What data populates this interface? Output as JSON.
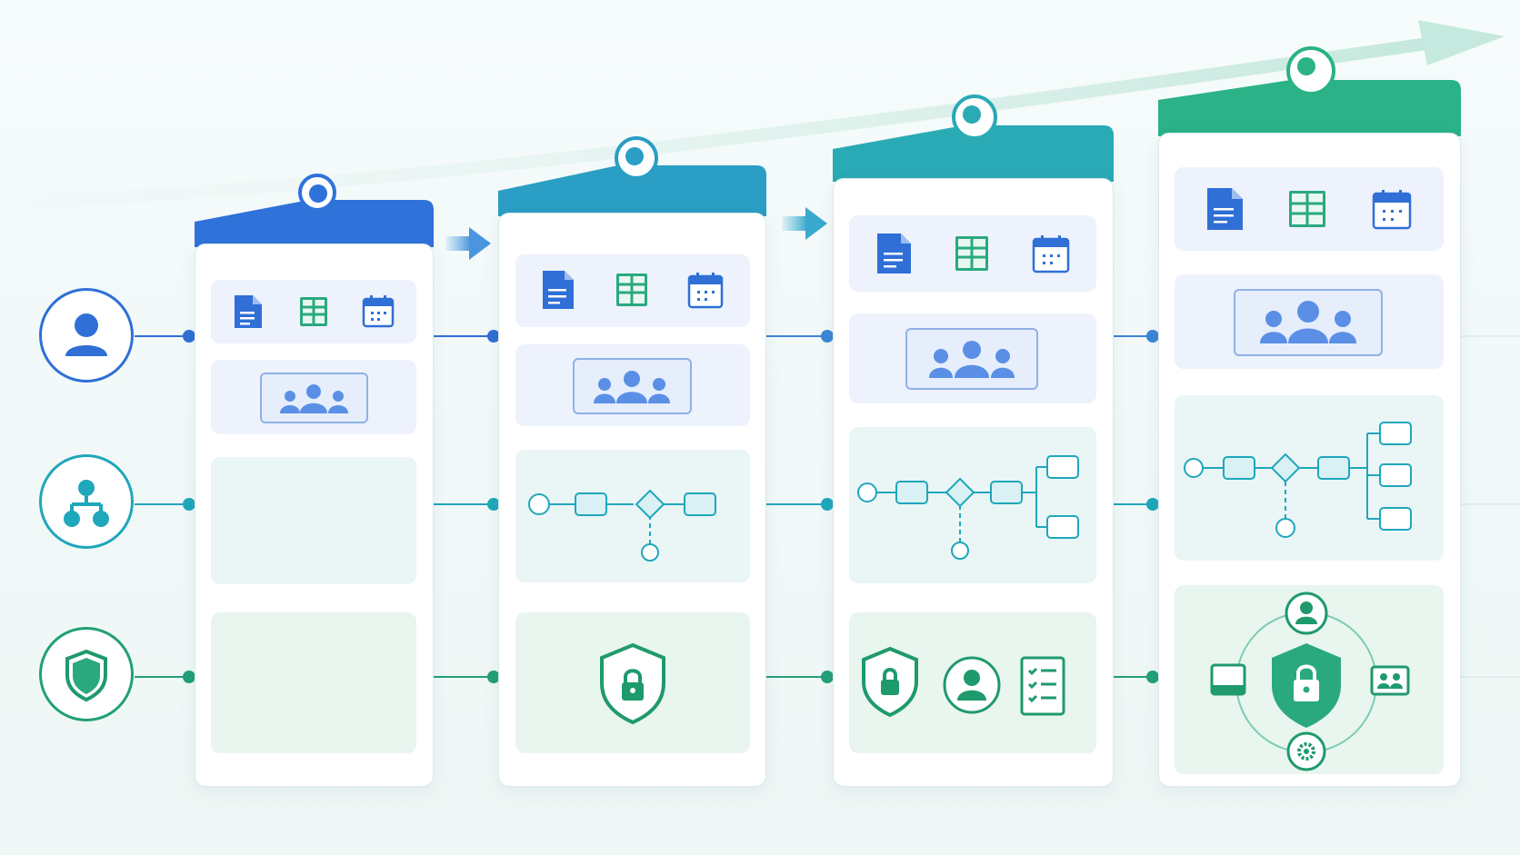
{
  "colors": {
    "blue": "#2f6fd6",
    "blue_light": "#5b8fe6",
    "teal": "#27a7c2",
    "cyan": "#2fb3c0",
    "green": "#2aa97e",
    "green_dark": "#1f9a6c",
    "arrow": "#5aa6e0"
  },
  "categories": [
    {
      "icon": "user-icon",
      "color": "#2f6fd6"
    },
    {
      "icon": "hierarchy-icon",
      "color": "#1fa7bb"
    },
    {
      "icon": "shield-icon",
      "color": "#22a077"
    }
  ],
  "stages": [
    {
      "header_color": "#2f72da",
      "tools": [
        "document-icon",
        "spreadsheet-icon",
        "calendar-icon"
      ],
      "team": "team-icon",
      "workflow": "none",
      "security": "none"
    },
    {
      "header_color": "#2a9ec4",
      "tools": [
        "document-icon",
        "spreadsheet-icon",
        "calendar-icon"
      ],
      "team": "team-icon",
      "workflow": "linear-flow",
      "security": [
        "lock-shield-icon"
      ]
    },
    {
      "header_color": "#2aaab5",
      "tools": [
        "document-icon",
        "spreadsheet-icon",
        "calendar-icon"
      ],
      "team": "team-icon",
      "workflow": "branching-flow",
      "security": [
        "lock-shield-icon",
        "user-badge-icon",
        "checklist-icon"
      ]
    },
    {
      "header_color": "#2bb287",
      "tools": [
        "document-icon",
        "spreadsheet-icon",
        "calendar-icon"
      ],
      "team": "team-icon",
      "workflow": "branching-flow-3",
      "security": [
        "lock-shield-icon",
        "user-icon",
        "contacts-icon",
        "settings-icon",
        "device-icon"
      ]
    }
  ]
}
